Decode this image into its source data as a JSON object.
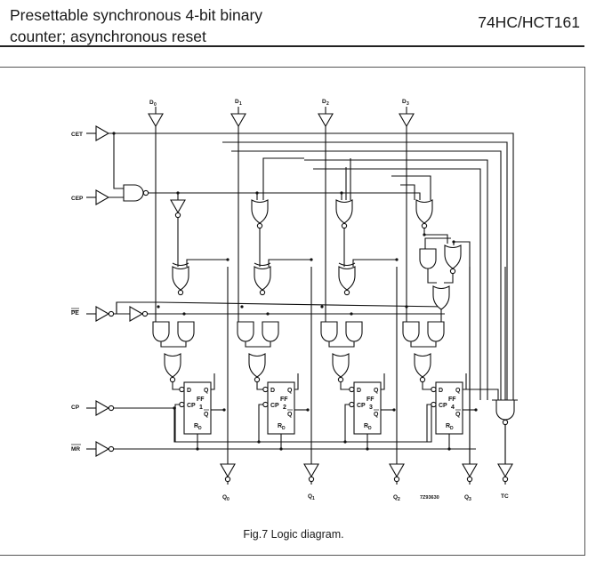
{
  "header": {
    "title_line1": "Presettable synchronous 4-bit binary",
    "title_line2": "counter; asynchronous reset",
    "part_number": "74HC/HCT161"
  },
  "diagram": {
    "inputs": {
      "cet": "CET",
      "cep": "CEP",
      "pe": "PE",
      "cp": "CP",
      "mr": "MR"
    },
    "data_inputs": [
      {
        "name": "D",
        "sub": "0"
      },
      {
        "name": "D",
        "sub": "1"
      },
      {
        "name": "D",
        "sub": "2"
      },
      {
        "name": "D",
        "sub": "3"
      }
    ],
    "outputs": [
      {
        "name": "Q",
        "sub": "0"
      },
      {
        "name": "Q",
        "sub": "1"
      },
      {
        "name": "Q",
        "sub": "2"
      },
      {
        "name": "Q",
        "sub": "3"
      },
      {
        "name": "TC",
        "sub": ""
      }
    ],
    "flipflops": [
      {
        "label": "FF",
        "num": "1"
      },
      {
        "label": "FF",
        "num": "2"
      },
      {
        "label": "FF",
        "num": "3"
      },
      {
        "label": "FF",
        "num": "4"
      }
    ],
    "ff_pins": {
      "d": "D",
      "cp": "CP",
      "q": "Q",
      "qbar": "Q",
      "rd": "R",
      "rd_sub": "D"
    },
    "drawing_code": "7Z93630"
  },
  "caption": "Fig.7  Logic diagram."
}
